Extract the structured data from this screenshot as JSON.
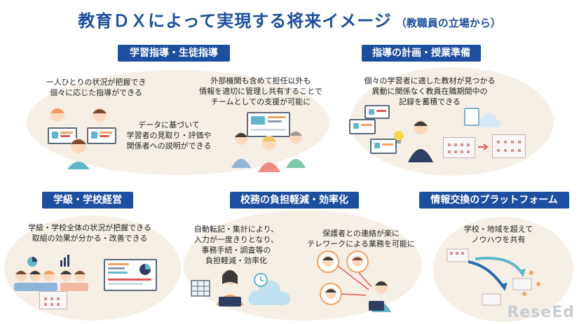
{
  "title": {
    "main": "教育ＤＸによって実現する将来イメージ",
    "sub": "（教職員の立場から）"
  },
  "sections": {
    "guidance": {
      "header": "学習指導・生徒指導",
      "text1": "一人ひとりの状況が把握でき\n個々に応じた指導ができる",
      "text2": "外部機関も含めて担任以外も\n情報を適切に管理し共有することで\nチームとしての支援が可能に",
      "text3": "データに基づいて\n学習者の見取り・評価や\n関係者への説明ができる"
    },
    "planning": {
      "header": "指導の計画・授業準備",
      "text1": "個々の学習者に適した教材が見つかる\n異動に関係なく教員在職期間中の\n記録を蓄積できる"
    },
    "management": {
      "header": "学級・学校経営",
      "text1": "学級・学校全体の状況が把握できる\n取組の効果が分かる・改善できる"
    },
    "workload": {
      "header": "校務の負担軽減・効率化",
      "text1": "自動転記・集計により、\n入力が一度きりとなり、\n事務手続・調査等の\n負担軽減・効率化",
      "text2": "保護者との連絡が楽に\nテレワークによる業務を可能に"
    },
    "platform": {
      "header": "情報交換のプラットフォーム",
      "text1": "学校・地域を超えて\nノウハウを共有"
    }
  },
  "logo": "ReseEd",
  "colors": {
    "header_bg": "#1d4fa0",
    "title": "#1d4fa0",
    "blob": "#f6efe6",
    "accent_orange": "#f0a35e",
    "accent_teal": "#5fb7c9"
  }
}
